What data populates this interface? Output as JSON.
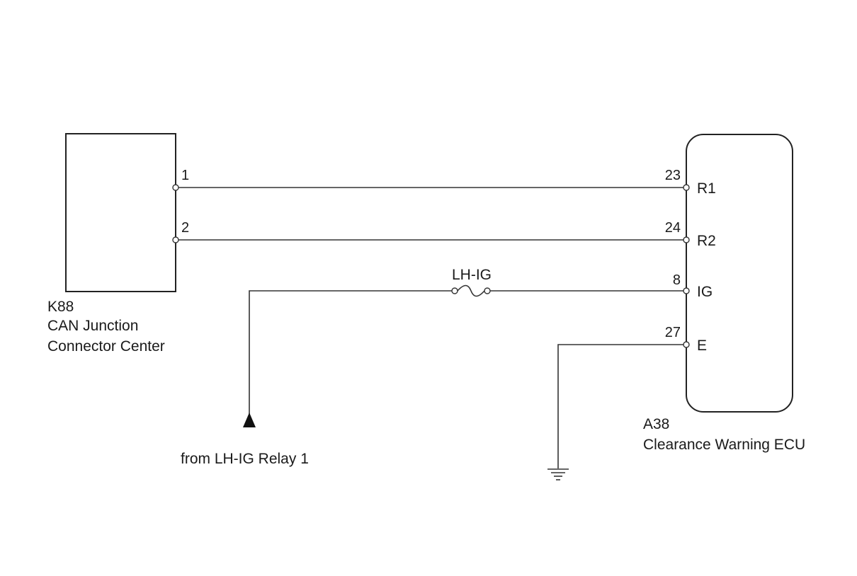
{
  "components": {
    "left": {
      "id": "K88",
      "name_line1": "CAN Junction",
      "name_line2": "Connector Center"
    },
    "right": {
      "id": "A38",
      "name": "Clearance Warning ECU"
    }
  },
  "left_pins": {
    "p1": "1",
    "p2": "2"
  },
  "right_pins": {
    "p23": "23",
    "p24": "24",
    "p8": "8",
    "p27": "27",
    "r1": "R1",
    "r2": "R2",
    "ig": "IG",
    "e": "E"
  },
  "fuse": {
    "label": "LH-IG"
  },
  "source": {
    "label": "from LH-IG Relay 1"
  },
  "colors": {
    "line": "#333333",
    "text": "#1a1a1a",
    "background": "#ffffff"
  }
}
